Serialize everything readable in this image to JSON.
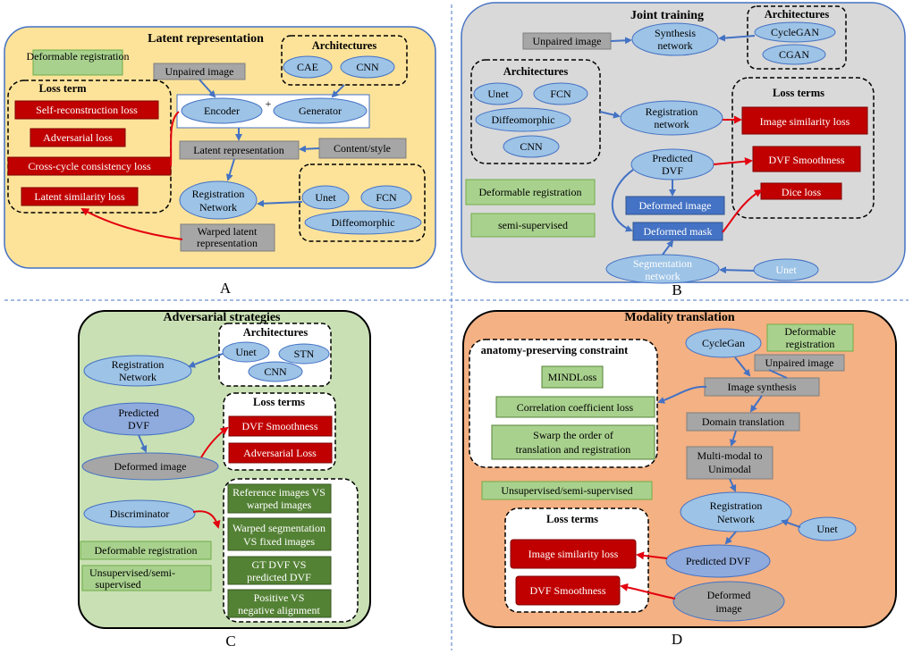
{
  "panels": {
    "A": {
      "letter": "A",
      "title": "Latent representation",
      "deformable": "Deformable registration",
      "unpaired": "Unpaired image",
      "arch_title": "Architectures",
      "arch_cae": "CAE",
      "arch_cnn": "CNN",
      "loss_title": "Loss term",
      "loss_self": "Self-reconstruction loss",
      "loss_adv": "Adversarial loss",
      "loss_cycle": "Cross-cycle consistency loss",
      "loss_latent": "Latent similarity  loss",
      "encoder": "Encoder",
      "plus": "+",
      "generator": "Generator",
      "latent_rep": "Latent representation",
      "content_style": "Content/style",
      "reg_net_1": "Registration",
      "reg_net_2": "Network",
      "unet": "Unet",
      "fcn": "FCN",
      "diffeo": "Diffeomorphic",
      "warped_1": "Warped latent",
      "warped_2": "representation"
    },
    "B": {
      "letter": "B",
      "title": "Joint training",
      "unpaired": "Unpaired image",
      "synth_1": "Synthesis",
      "synth_2": "network",
      "arch_title_r": "Architectures",
      "cyclegan": "CycleGAN",
      "cgan": "CGAN",
      "arch_title_l": "Architectures",
      "unet": "Unet",
      "fcn": "FCN",
      "diffeo": "Diffeomorphic",
      "cnn": "CNN",
      "reg_1": "Registration",
      "reg_2": "network",
      "loss_title": "Loss terms",
      "img_sim": "Image similarity loss",
      "dvf_smooth": "DVF Smoothness",
      "dice": "Dice loss",
      "pred_1": "Predicted",
      "pred_2": "DVF",
      "deformed_img": "Deformed image",
      "deformed_mask": "Deformed mask",
      "deformable": "Deformable registration",
      "semi": "semi-supervised",
      "seg_1": "Segmentation",
      "seg_2": "network",
      "unet2": "Unet"
    },
    "C": {
      "letter": "C",
      "title": "Adversarial strategies",
      "arch_title": "Architectures",
      "unet": "Unet",
      "stn": "STN",
      "cnn": "CNN",
      "reg_1": "Registration",
      "reg_2": "Network",
      "pred_1": "Predicted",
      "pred_2": "DVF",
      "loss_title": "Loss terms",
      "dvf_smooth": "DVF Smoothness",
      "adv_loss": "Adversarial Loss",
      "deformed": "Deformed image",
      "discriminator": "Discriminator",
      "s1_1": "Reference images VS",
      "s1_2": "warped images",
      "s2_1": "Warped segmentation",
      "s2_2": "VS fixed images",
      "s3_1": "GT DVF  VS",
      "s3_2": "predicted DVF",
      "s4_1": "Positive VS",
      "s4_2": "negative alignment",
      "deformable": "Deformable registration",
      "unsup_1": "Unsupervised/semi-",
      "unsup_2": "supervised"
    },
    "D": {
      "letter": "D",
      "title": "Modality translation",
      "cyclegan": "CycleGan",
      "deform_1": "Deformable",
      "deform_2": "registration",
      "unpaired": "Unpaired image",
      "anat_title": "anatomy-preserving constraint",
      "mind": "MINDLoss",
      "corr": "Correlation coefficient loss",
      "swarp_1": "Swarp the order of",
      "swarp_2": "translation and registration",
      "img_synth": "Image synthesis",
      "domain": "Domain translation",
      "mm_1": "Multi-modal to",
      "mm_2": "Unimodal",
      "unsup": "Unsupervised/semi-supervised",
      "reg_1": "Registration",
      "reg_2": "Network",
      "unet": "Unet",
      "loss_title": "Loss terms",
      "img_sim": "Image similarity loss",
      "dvf_smooth": "DVF Smoothness",
      "pred": "Predicted DVF",
      "def_1": "Deformed",
      "def_2": "image"
    }
  },
  "colors": {
    "panelA": "#fde39a",
    "panelB": "#d9d9d9",
    "panelC": "#c9e0b4",
    "panelD": "#f4b183",
    "blueEllipse": "#9dc3e6",
    "blueDark": "#4472c4",
    "redBox": "#c00000",
    "greenBox": "#a9d18e",
    "greenDark": "#548235",
    "greyBox": "#a6a6a6",
    "arrowBlue": "#4472c4",
    "arrowRed": "#e3000f",
    "divider": "#4a76c4"
  }
}
